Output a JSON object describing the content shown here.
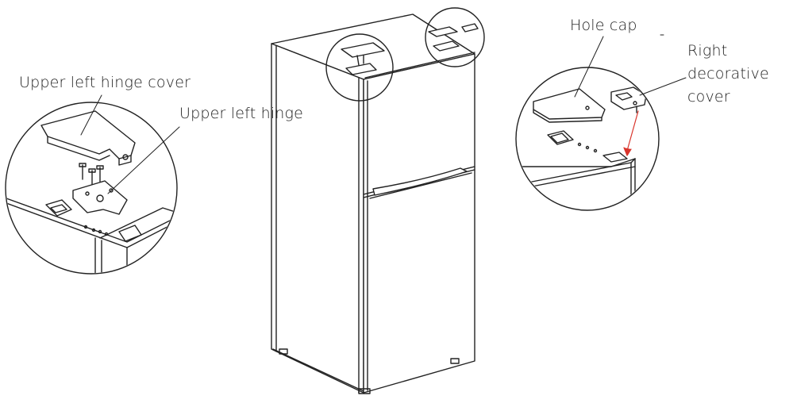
{
  "labels": {
    "upper_left_hinge_cover": "Upper left hinge cover",
    "upper_left_hinge": "Upper left hinge",
    "hole_cap": "Hole cap",
    "right_decorative_cover_line1": "Right",
    "right_decorative_cover_line2": "decorative",
    "right_decorative_cover_line3": "cover"
  },
  "colors": {
    "line": "#222222",
    "arrow": "#d9342b",
    "fill": "#ffffff"
  }
}
